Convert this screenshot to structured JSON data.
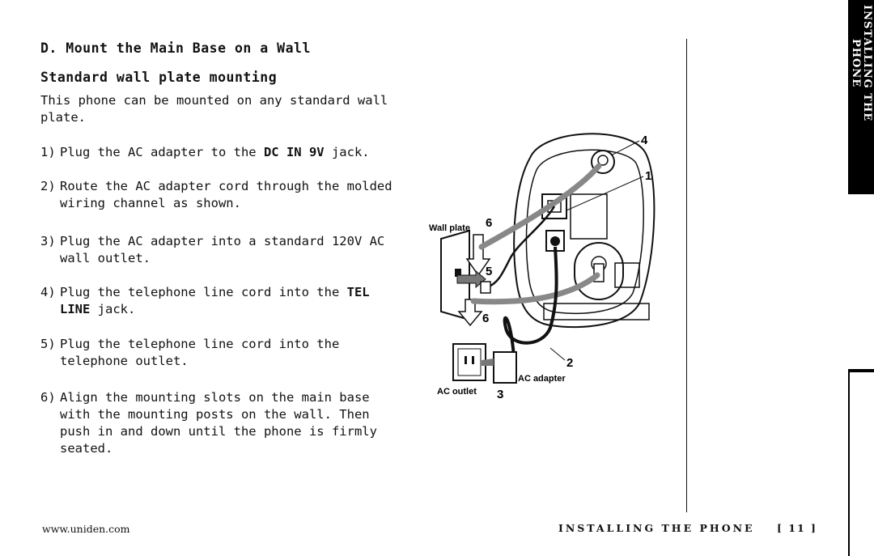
{
  "section": {
    "heading": "D. Mount the Main Base on a Wall",
    "subheading": "Standard wall plate mounting",
    "intro": "This phone can be mounted on any standard wall plate."
  },
  "steps": [
    {
      "num": "1)",
      "pre": "Plug the AC adapter to the ",
      "bold": "DC IN 9V",
      "post": " jack."
    },
    {
      "num": "2)",
      "text": "Route the AC adapter cord through the molded wiring channel as shown."
    },
    {
      "num": "3)",
      "text": "Plug the AC adapter into a standard 120V AC wall outlet."
    },
    {
      "num": "4)",
      "pre": "Plug the telephone line cord into the ",
      "bold": "TEL LINE",
      "post": " jack."
    },
    {
      "num": "5)",
      "text": "Plug the telephone line cord into the telephone outlet."
    },
    {
      "num": "6)",
      "text": "Align the mounting slots on the main base with the mounting posts on the wall. Then push in and down until the phone is firmly seated."
    }
  ],
  "figure": {
    "wall_plate_label": "Wall plate",
    "ac_outlet_label": "AC outlet",
    "ac_adapter_label": "AC adapter",
    "callouts": [
      "1",
      "2",
      "3",
      "4",
      "5",
      "6",
      "6"
    ]
  },
  "side_tab": "INSTALLING THE\nPHONE",
  "footer": {
    "url": "www.uniden.com",
    "section": "INSTALLING THE PHONE",
    "page": "[ 11 ]"
  }
}
